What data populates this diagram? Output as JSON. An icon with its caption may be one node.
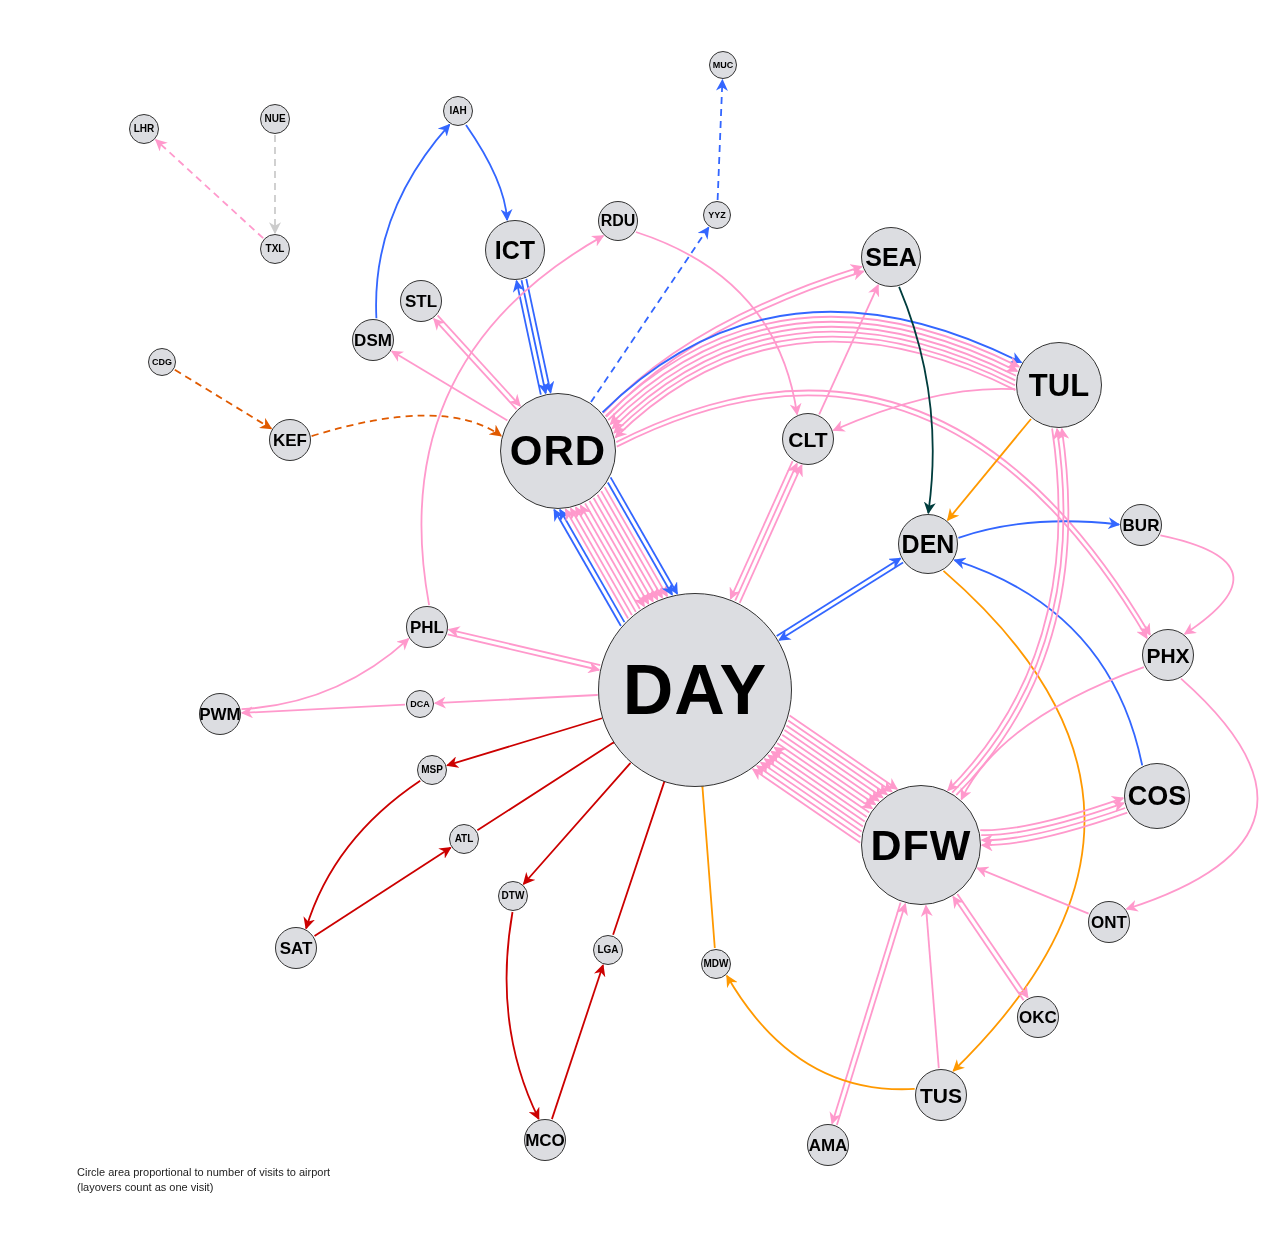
{
  "diagram": {
    "caption": "Circle area proportional to number of visits to airport (layovers count as one visit)",
    "nodes": [
      {
        "text": [
          "DAY"
        ]
      },
      {
        "text": [
          "ORD"
        ]
      },
      {
        "text": [
          "DFW"
        ]
      },
      {
        "text": [
          "TUL"
        ]
      },
      {
        "text": [
          "ICT"
        ]
      },
      {
        "text": [
          "SEA"
        ]
      },
      {
        "text": [
          "CLT"
        ]
      },
      {
        "text": [
          "DEN"
        ]
      },
      {
        "text": [
          "RDU"
        ]
      },
      {
        "text": [
          "STL"
        ]
      },
      {
        "text": [
          "DSM"
        ]
      },
      {
        "text": [
          "IAH"
        ]
      },
      {
        "text": [
          "YYZ"
        ]
      },
      {
        "text": [
          "MUC"
        ]
      },
      {
        "text": [
          "LHR"
        ]
      },
      {
        "text": [
          "NUE"
        ]
      },
      {
        "text": [
          "TXL"
        ]
      },
      {
        "text": [
          "CDG"
        ]
      },
      {
        "text": [
          "KEF"
        ]
      },
      {
        "text": [
          "PHL"
        ]
      },
      {
        "text": [
          "PWM"
        ]
      },
      {
        "text": [
          "DCA"
        ]
      },
      {
        "text": [
          "MSP"
        ]
      },
      {
        "text": [
          "ATL"
        ]
      },
      {
        "text": [
          "SAT"
        ]
      },
      {
        "text": [
          "DTW"
        ]
      },
      {
        "text": [
          "LGA"
        ]
      },
      {
        "text": [
          "MCO"
        ]
      },
      {
        "text": [
          "MDW"
        ]
      },
      {
        "text": [
          "BUR"
        ]
      },
      {
        "text": [
          "PHX"
        ]
      },
      {
        "text": [
          "COS"
        ]
      },
      {
        "text": [
          "ONT"
        ]
      },
      {
        "text": [
          "OKC"
        ]
      },
      {
        "text": [
          "TUS"
        ]
      },
      {
        "text": [
          "AMA"
        ]
      }
    ],
    "edges": [
      {
        "from": 15,
        "to": 16,
        "arrow": "to",
        "style": "dashed",
        "color": "#cccccc"
      },
      {
        "from": 16,
        "to": 14,
        "arrow": "to",
        "style": "dashed"
      },
      {
        "from": 17,
        "to": 18,
        "arrow": "to",
        "style": "dashed",
        "color": "#e05a00"
      },
      {
        "from": 18,
        "to": 1,
        "arrow": "to",
        "style": "dashed",
        "color": "#e05a00"
      },
      {
        "from": 10,
        "to": 11,
        "arrow": "to",
        "color": "#3366ff"
      },
      {
        "from": 11,
        "to": 4,
        "arrow": "to",
        "color": "#3366ff"
      },
      {
        "from": 1,
        "to": 4,
        "arrow": "to",
        "color": "#3366ff"
      },
      {
        "from": 4,
        "to": 1,
        "arrow": "to",
        "color": "#3366ff"
      },
      {
        "from": 4,
        "to": 1,
        "arrow": "to",
        "color": "#3366ff"
      },
      {
        "from": 1,
        "to": 12,
        "arrow": "to",
        "style": "dashed",
        "color": "#3366ff"
      },
      {
        "from": 12,
        "to": 13,
        "arrow": "to",
        "style": "dashed",
        "color": "#3366ff"
      },
      {
        "from": 19,
        "to": 8,
        "arrow": "to"
      },
      {
        "from": 8,
        "to": 6,
        "arrow": "to"
      },
      {
        "from": 1,
        "to": 9,
        "arrow": "to"
      },
      {
        "from": 9,
        "to": 1,
        "arrow": "to"
      },
      {
        "from": 1,
        "to": 10,
        "arrow": "to"
      },
      {
        "from": 1,
        "to": 5,
        "arrow": "to"
      },
      {
        "from": 1,
        "to": 5,
        "arrow": "to"
      },
      {
        "from": 6,
        "to": 5,
        "arrow": "to"
      },
      {
        "from": 1,
        "to": 3,
        "arrow": "to",
        "color": "#3366ff"
      },
      {
        "from": 1,
        "to": 3,
        "arrow": "to"
      },
      {
        "from": 1,
        "to": 3,
        "arrow": "to"
      },
      {
        "from": 3,
        "to": 1,
        "arrow": "to"
      },
      {
        "from": 3,
        "to": 1,
        "arrow": "to"
      },
      {
        "from": 3,
        "to": 1,
        "arrow": "to"
      },
      {
        "from": 3,
        "to": 1,
        "arrow": "to"
      },
      {
        "from": 1,
        "to": 30,
        "arrow": "to"
      },
      {
        "from": 1,
        "to": 30,
        "arrow": "to"
      },
      {
        "from": 3,
        "to": 6,
        "arrow": "to"
      },
      {
        "from": 6,
        "to": 0,
        "arrow": "to"
      },
      {
        "from": 0,
        "to": 6,
        "arrow": "to"
      },
      {
        "from": 0,
        "to": 6,
        "arrow": "to"
      },
      {
        "from": 0,
        "to": 1,
        "arrow": "to",
        "color": "#3366ff"
      },
      {
        "from": 0,
        "to": 1,
        "arrow": "to",
        "color": "#3366ff"
      },
      {
        "from": 0,
        "to": 1,
        "arrow": "to"
      },
      {
        "from": 0,
        "to": 1,
        "arrow": "to"
      },
      {
        "from": 0,
        "to": 1,
        "arrow": "to"
      },
      {
        "from": 0,
        "to": 1,
        "arrow": "to"
      },
      {
        "from": 1,
        "to": 0,
        "arrow": "to"
      },
      {
        "from": 1,
        "to": 0,
        "arrow": "to"
      },
      {
        "from": 1,
        "to": 0,
        "arrow": "to"
      },
      {
        "from": 1,
        "to": 0,
        "arrow": "to"
      },
      {
        "from": 1,
        "to": 0,
        "arrow": "to"
      },
      {
        "from": 1,
        "to": 0,
        "arrow": "to"
      },
      {
        "from": 1,
        "to": 0,
        "arrow": "to",
        "color": "#3366ff"
      },
      {
        "from": 1,
        "to": 0,
        "arrow": "to",
        "color": "#3366ff"
      },
      {
        "from": 0,
        "to": 7,
        "arrow": "to",
        "color": "#3366ff"
      },
      {
        "from": 7,
        "to": 0,
        "arrow": "to",
        "color": "#3366ff"
      },
      {
        "from": 5,
        "to": 7,
        "arrow": "to",
        "color": "#003d3d"
      },
      {
        "from": 3,
        "to": 7,
        "arrow": "to",
        "color": "#ff9900"
      },
      {
        "from": 7,
        "to": 29,
        "arrow": "to",
        "color": "#3366ff"
      },
      {
        "from": 31,
        "to": 7,
        "arrow": "to",
        "color": "#3366ff"
      },
      {
        "from": 7,
        "to": 34,
        "arrow": "to",
        "color": "#ff9900"
      },
      {
        "from": 29,
        "to": 30,
        "arrow": "to"
      },
      {
        "from": 30,
        "to": 32,
        "arrow": "to"
      },
      {
        "from": 30,
        "to": 2,
        "arrow": "to"
      },
      {
        "from": 3,
        "to": 2,
        "arrow": "to"
      },
      {
        "from": 2,
        "to": 3,
        "arrow": "to"
      },
      {
        "from": 2,
        "to": 3,
        "arrow": "to"
      },
      {
        "from": 2,
        "to": 31,
        "arrow": "to"
      },
      {
        "from": 2,
        "to": 31,
        "arrow": "to"
      },
      {
        "from": 31,
        "to": 2,
        "arrow": "to"
      },
      {
        "from": 31,
        "to": 2,
        "arrow": "to"
      },
      {
        "from": 32,
        "to": 2,
        "arrow": "to"
      },
      {
        "from": 2,
        "to": 33,
        "arrow": "to"
      },
      {
        "from": 33,
        "to": 2,
        "arrow": "to"
      },
      {
        "from": 34,
        "to": 2,
        "arrow": "to"
      },
      {
        "from": 35,
        "to": 2,
        "arrow": "to"
      },
      {
        "from": 2,
        "to": 35,
        "arrow": "to"
      },
      {
        "from": 34,
        "to": 28,
        "arrow": "to",
        "color": "#ff9900"
      },
      {
        "from": 28,
        "to": 0,
        "arrow": "to",
        "color": "#ff9900"
      },
      {
        "from": 0,
        "to": 2,
        "arrow": "to"
      },
      {
        "from": 0,
        "to": 2,
        "arrow": "to"
      },
      {
        "from": 0,
        "to": 2,
        "arrow": "to"
      },
      {
        "from": 0,
        "to": 2,
        "arrow": "to"
      },
      {
        "from": 0,
        "to": 2,
        "arrow": "to"
      },
      {
        "from": 0,
        "to": 2,
        "arrow": "to"
      },
      {
        "from": 0,
        "to": 2,
        "arrow": "to"
      },
      {
        "from": 2,
        "to": 0,
        "arrow": "to"
      },
      {
        "from": 2,
        "to": 0,
        "arrow": "to"
      },
      {
        "from": 2,
        "to": 0,
        "arrow": "to"
      },
      {
        "from": 2,
        "to": 0,
        "arrow": "to"
      },
      {
        "from": 2,
        "to": 0,
        "arrow": "to"
      },
      {
        "from": 2,
        "to": 0,
        "arrow": "to"
      },
      {
        "from": 2,
        "to": 0,
        "arrow": "to"
      },
      {
        "from": 19,
        "to": 0,
        "arrow": "to"
      },
      {
        "from": 0,
        "to": 19,
        "arrow": "to"
      },
      {
        "from": 20,
        "to": 19,
        "arrow": "to"
      },
      {
        "from": 0,
        "to": 21,
        "arrow": "to"
      },
      {
        "from": 21,
        "to": 20,
        "arrow": "to"
      },
      {
        "from": 0,
        "to": 22,
        "arrow": "to",
        "color": "#cc0000"
      },
      {
        "from": 22,
        "to": 24,
        "arrow": "to",
        "color": "#cc0000"
      },
      {
        "from": 24,
        "to": 23,
        "arrow": "to",
        "color": "#cc0000"
      },
      {
        "from": 23,
        "to": 0,
        "arrow": "to",
        "color": "#cc0000"
      },
      {
        "from": 0,
        "to": 25,
        "arrow": "to",
        "color": "#cc0000"
      },
      {
        "from": 25,
        "to": 27,
        "arrow": "to",
        "color": "#cc0000"
      },
      {
        "from": 27,
        "to": 26,
        "arrow": "to",
        "color": "#cc0000"
      },
      {
        "from": 26,
        "to": 0,
        "arrow": "to",
        "color": "#cc0000"
      }
    ]
  }
}
